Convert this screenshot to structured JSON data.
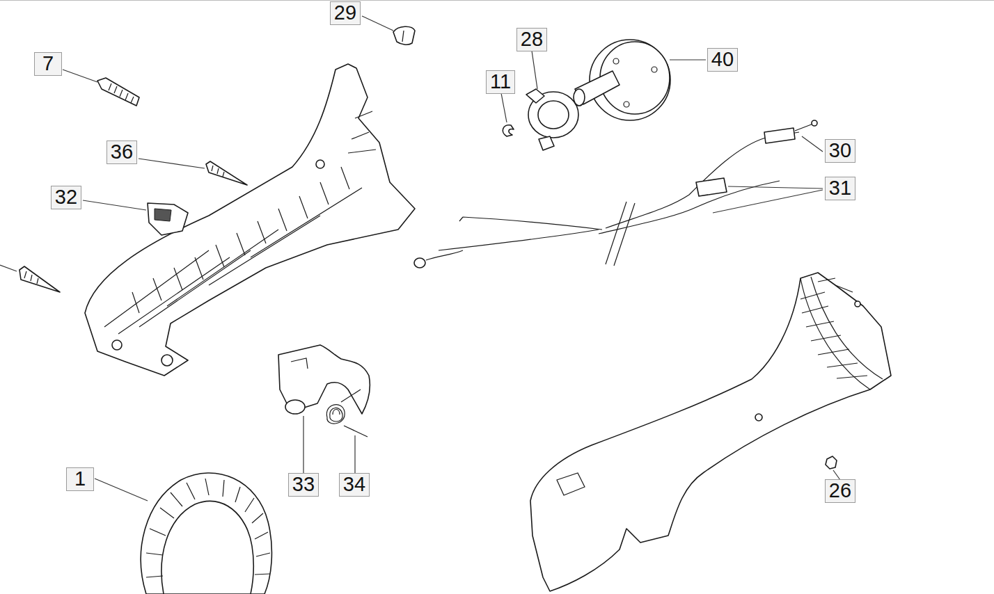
{
  "diagram": {
    "nodes": [
      {
        "text": [
          "29"
        ]
      },
      {
        "text": [
          "7"
        ]
      },
      {
        "text": [
          "28"
        ]
      },
      {
        "text": [
          "40"
        ]
      },
      {
        "text": [
          "11"
        ]
      },
      {
        "text": [
          "36"
        ]
      },
      {
        "text": [
          "30"
        ]
      },
      {
        "text": [
          "31"
        ]
      },
      {
        "text": [
          "32"
        ]
      },
      {
        "text": [
          "1"
        ]
      },
      {
        "text": [
          "33"
        ]
      },
      {
        "text": [
          "34"
        ]
      },
      {
        "text": [
          "26"
        ]
      }
    ]
  }
}
